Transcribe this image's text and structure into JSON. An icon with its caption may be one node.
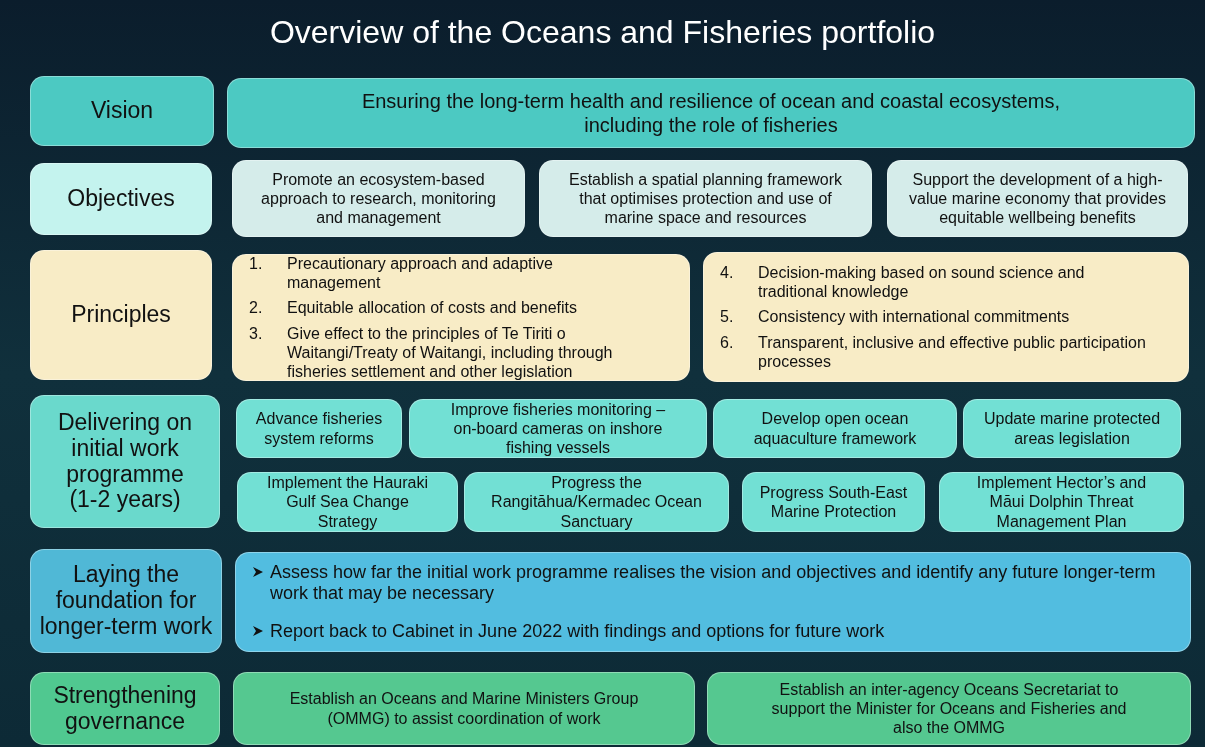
{
  "diagram": {
    "title": "Overview of the Oceans and Fisheries portfolio",
    "nodes": [
      {
        "text": [
          "Vision"
        ]
      },
      {
        "text": [
          "Ensuring the long-term health and resilience of ocean and coastal ecosystems, including the role of fisheries"
        ]
      },
      {
        "text": [
          "Objectives"
        ]
      },
      {
        "text": [
          "Promote an ecosystem-based approach to research, monitoring and management"
        ]
      },
      {
        "text": [
          "Establish a spatial planning framework that optimises protection and use of marine space and resources"
        ]
      },
      {
        "text": [
          "Support the development of a high-value marine economy that provides equitable wellbeing benefits"
        ]
      },
      {
        "text": [
          "Principles"
        ]
      },
      {
        "text": [
          "1.",
          "Precautionary approach and adaptive management",
          "2.",
          "Equitable allocation of costs and benefits",
          "3.",
          "Give effect to the principles of Te Tiriti o Waitangi/Treaty of Waitangi, including through fisheries settlement and other legislation"
        ]
      },
      {
        "text": [
          "4.",
          "Decision-making based on sound science and traditional knowledge",
          "5.",
          "Consistency with international commitments",
          "6.",
          "Transparent, inclusive and effective public participation processes"
        ]
      },
      {
        "text": [
          "Delivering on initial work programme (1-2 years)"
        ]
      },
      {
        "text": [
          "Advance fisheries system reforms"
        ]
      },
      {
        "text": [
          "Improve fisheries monitoring – on-board cameras on inshore fishing vessels"
        ]
      },
      {
        "text": [
          "Develop open ocean aquaculture framework"
        ]
      },
      {
        "text": [
          "Update marine protected areas legislation"
        ]
      },
      {
        "text": [
          "Implement the Hauraki Gulf Sea Change Strategy"
        ]
      },
      {
        "text": [
          "Progress the Rangitāhua/Kermadec Ocean Sanctuary"
        ]
      },
      {
        "text": [
          "Progress South-East Marine Protection"
        ]
      },
      {
        "text": [
          "Implement Hector’s and Māui Dolphin Threat Management Plan"
        ]
      },
      {
        "text": [
          "Laying the foundation for longer-term work"
        ]
      },
      {
        "text": [
          "Assess how far the initial work programme realises the vision and objectives and identify any future longer-term work that may be necessary",
          "Report back to Cabinet in June 2022 with findings and options for future work"
        ]
      },
      {
        "text": [
          "Strengthening governance"
        ]
      },
      {
        "text": [
          "Establish an Oceans and Marine Ministers Group (OMMG) to assist coordination of work"
        ]
      },
      {
        "text": [
          "Establish an inter-agency Oceans Secretariat to support the Minister for Oceans and Fisheries and also the OMMG"
        ]
      }
    ]
  }
}
